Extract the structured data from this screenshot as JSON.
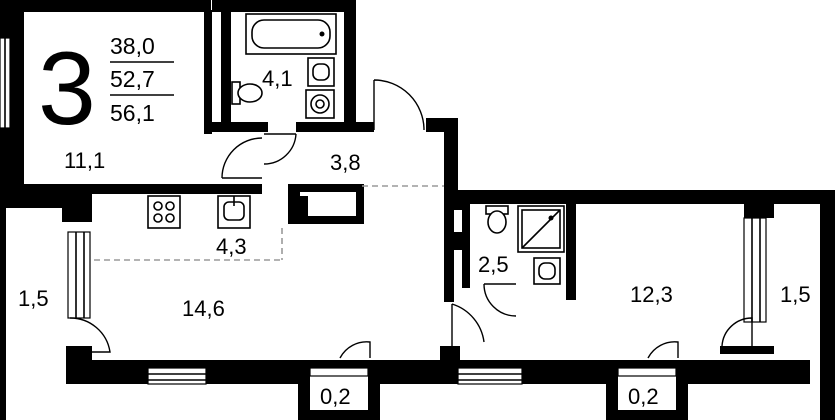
{
  "apartment": {
    "rooms": "3",
    "areas": [
      "38,0",
      "52,7",
      "56,1"
    ]
  },
  "room_labels": {
    "bedroom_1": "11,1",
    "bathroom_1": "4,1",
    "hallway": "3,8",
    "kitchen": "4,3",
    "living": "14,6",
    "balcony_left": "1,5",
    "bathroom_2": "2,5",
    "bedroom_2": "12,3",
    "balcony_right": "1,5",
    "niche_left": "0,2",
    "niche_right": "0,2"
  }
}
